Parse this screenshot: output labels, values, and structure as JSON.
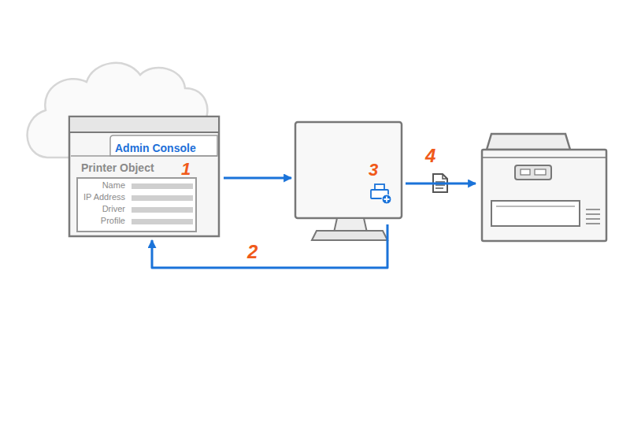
{
  "diagram": {
    "nodes": [
      {
        "text": [
          "Admin Console",
          "Printer Object",
          "1"
        ]
      },
      {
        "text": [
          "Name",
          "IP Address",
          "Driver",
          "Profile"
        ],
        "in": 0
      },
      {
        "text": [
          "3"
        ]
      },
      {
        "text": []
      }
    ],
    "edges": [
      {
        "from": 0,
        "to": 2,
        "arrow": "to"
      },
      {
        "from": 2,
        "to": 3,
        "arrow": "to",
        "label": "4"
      },
      {
        "from": 2,
        "to": 0,
        "arrow": "to",
        "label": "2"
      }
    ]
  }
}
